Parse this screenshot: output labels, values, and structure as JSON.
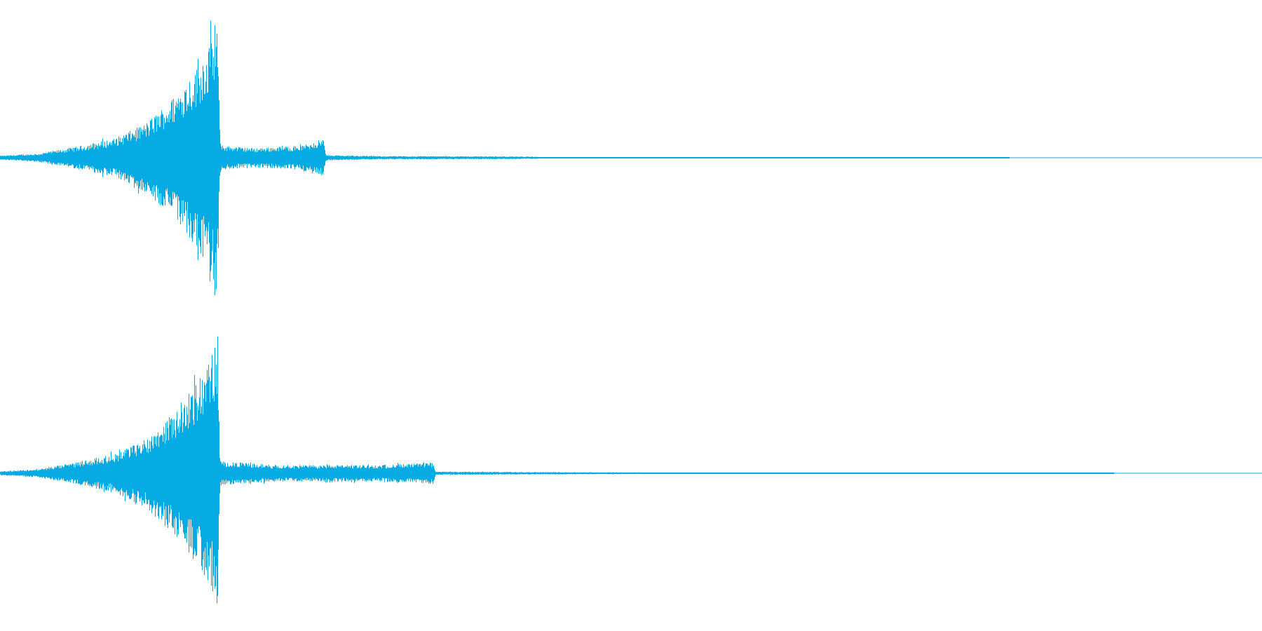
{
  "waveform": {
    "color": "#05abe2",
    "background": "#ffffff",
    "channels": [
      {
        "name": "",
        "envelope": [
          [
            0.0,
            0.015
          ],
          [
            0.03,
            0.03
          ],
          [
            0.06,
            0.08
          ],
          [
            0.09,
            0.14
          ],
          [
            0.115,
            0.25
          ],
          [
            0.135,
            0.42
          ],
          [
            0.155,
            0.65
          ],
          [
            0.168,
            0.88
          ],
          [
            0.172,
            1.0
          ],
          [
            0.174,
            0.14
          ],
          [
            0.176,
            0.09
          ],
          [
            0.2,
            0.07
          ],
          [
            0.24,
            0.09
          ],
          [
            0.256,
            0.14
          ],
          [
            0.258,
            0.02
          ],
          [
            0.3,
            0.012
          ],
          [
            0.4,
            0.01
          ],
          [
            0.425,
            0.008
          ],
          [
            0.427,
            0.003
          ],
          [
            0.6,
            0.001
          ],
          [
            1.0,
            0.0
          ]
        ]
      },
      {
        "name": "",
        "envelope": [
          [
            0.0,
            0.015
          ],
          [
            0.03,
            0.03
          ],
          [
            0.06,
            0.08
          ],
          [
            0.09,
            0.14
          ],
          [
            0.115,
            0.25
          ],
          [
            0.135,
            0.42
          ],
          [
            0.155,
            0.65
          ],
          [
            0.168,
            0.88
          ],
          [
            0.172,
            1.0
          ],
          [
            0.174,
            0.11
          ],
          [
            0.176,
            0.085
          ],
          [
            0.22,
            0.06
          ],
          [
            0.3,
            0.06
          ],
          [
            0.34,
            0.075
          ],
          [
            0.343,
            0.08
          ],
          [
            0.345,
            0.012
          ],
          [
            0.4,
            0.01
          ],
          [
            0.51,
            0.006
          ],
          [
            0.512,
            0.003
          ],
          [
            0.53,
            0.002
          ],
          [
            1.0,
            0.0
          ]
        ]
      }
    ]
  }
}
